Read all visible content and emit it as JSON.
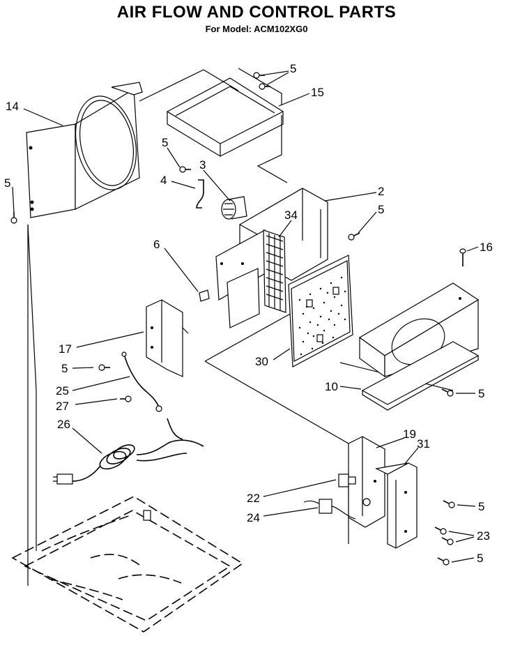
{
  "title": "AIR FLOW AND CONTROL PARTS",
  "subtitle": "For Model: ACM102XG0",
  "callouts": {
    "c14": "14",
    "c5a": "5",
    "c5b": "5",
    "c15": "15",
    "c5c": "5",
    "c3": "3",
    "c4": "4",
    "c2": "2",
    "c5d": "5",
    "c34": "34",
    "c16": "16",
    "c6": "6",
    "c17": "17",
    "c5e": "5",
    "c30": "30",
    "c25": "25",
    "c10": "10",
    "c5f": "5",
    "c27": "27",
    "c26": "26",
    "c19": "19",
    "c31": "31",
    "c22": "22",
    "c5g": "5",
    "c24": "24",
    "c23": "23",
    "c5h": "5"
  }
}
